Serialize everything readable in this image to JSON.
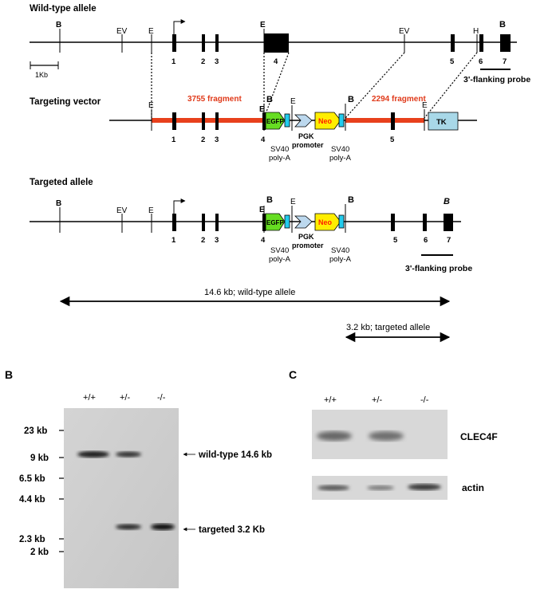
{
  "panel_a": {
    "wildtype_title": "Wild-type allele",
    "targeting_title": "Targeting vector",
    "targeted_title": "Targeted allele",
    "scale_label": "1Kb",
    "site_B": "B",
    "site_EV": "EV",
    "site_E": "E",
    "site_H": "H",
    "exon_1": "1",
    "exon_2": "2",
    "exon_3": "3",
    "exon_4": "4",
    "exon_5": "5",
    "exon_6": "6",
    "exon_7": "7",
    "fragment_left": "3755 fragment",
    "fragment_right": "2294 fragment",
    "egfp_label": "EGFP",
    "neo_label": "Neo",
    "tk_label": "TK",
    "sv40_line1": "SV40",
    "sv40_line2": "poly-A",
    "pgk_line1": "PGK",
    "pgk_line2": "promoter",
    "probe_label": "3'-flanking probe",
    "wt_size_label": "14.6 kb; wild-type allele",
    "targeted_size_label": "3.2 kb; targeted allele",
    "colors": {
      "fragment": "#e8401c",
      "fragment_text": "#e03a1a",
      "egfp": "#66dd22",
      "neo": "#ffee00",
      "neo_text": "#ff2200",
      "sv40": "#22ccee",
      "pgk": "#bcd8ee",
      "tk": "#a8d8e8"
    }
  },
  "panel_b": {
    "panel_letter": "B",
    "lanes": [
      "+/+",
      "+/-",
      "-/-"
    ],
    "markers": [
      "23 kb",
      "9 kb",
      "6.5 kb",
      "4.4 kb",
      "2.3 kb",
      "2 kb"
    ],
    "band_wt_label": "wild-type 14.6 kb",
    "band_targeted_label": "targeted 3.2 Kb"
  },
  "panel_c": {
    "panel_letter": "C",
    "lanes": [
      "+/+",
      "+/-",
      "-/-"
    ],
    "blot1_label": "CLEC4F",
    "blot2_label": "actin"
  }
}
